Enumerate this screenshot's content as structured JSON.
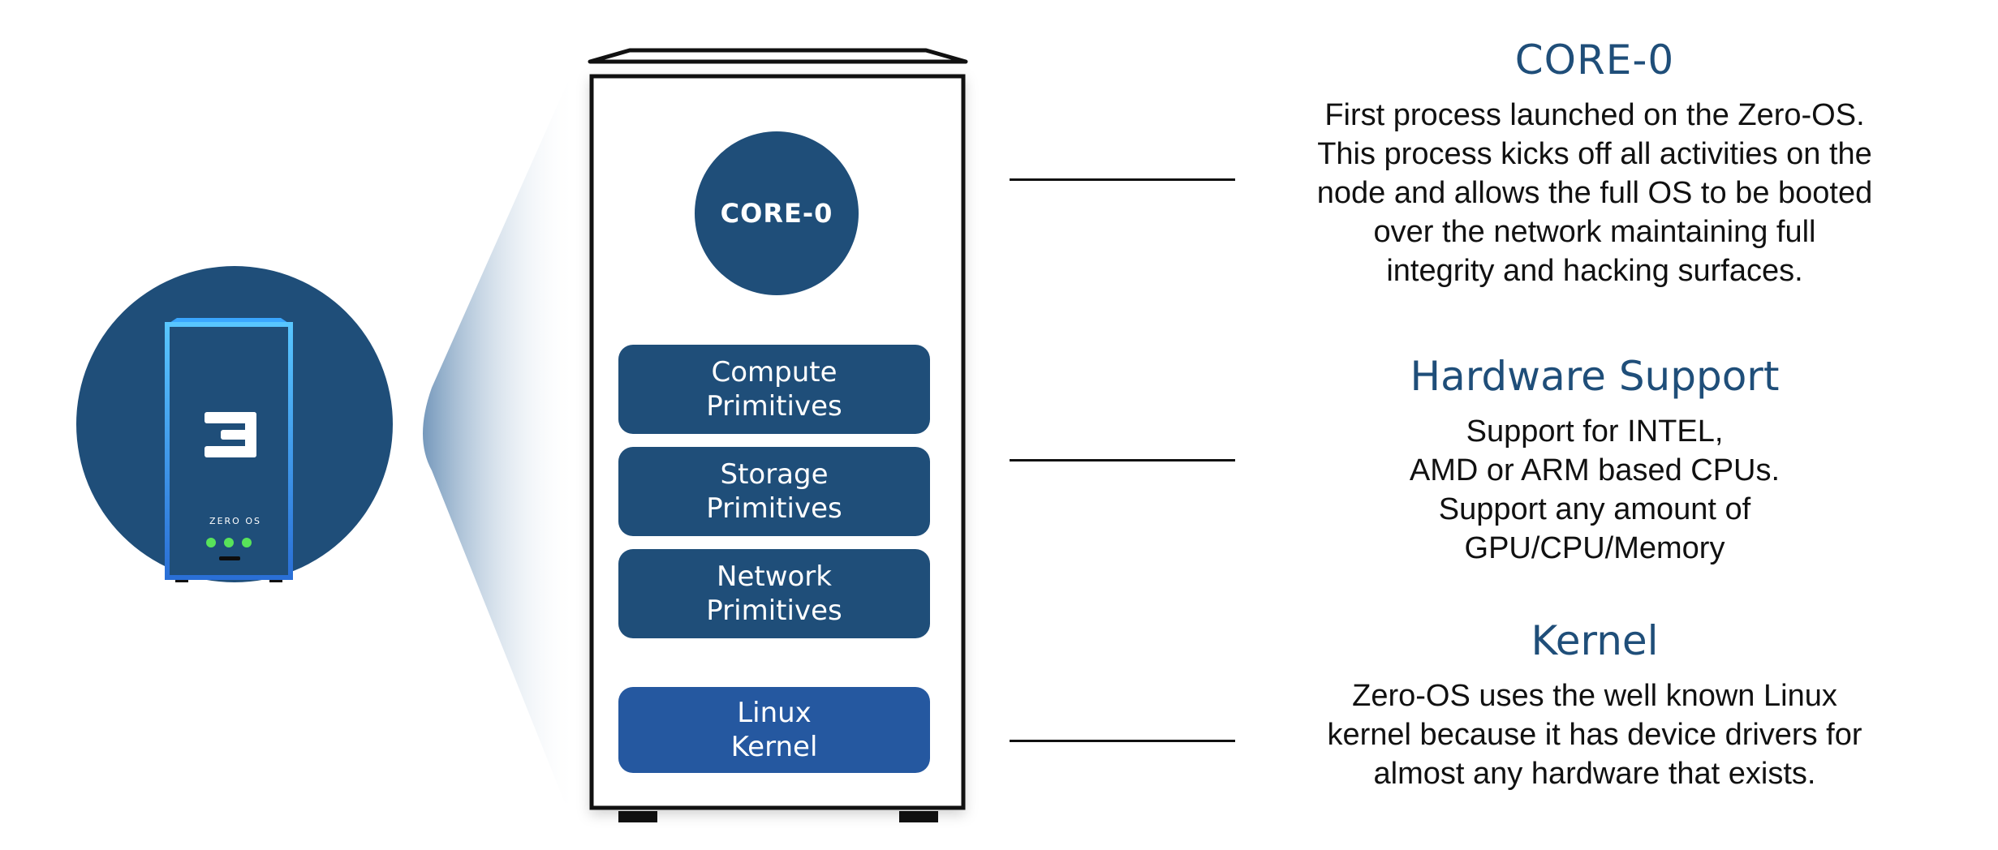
{
  "device": {
    "brand_label": "ZERO OS"
  },
  "tower": {
    "core_label": "CORE-0",
    "primitives": [
      {
        "line1": "Compute",
        "line2": "Primitives"
      },
      {
        "line1": "Storage",
        "line2": "Primitives"
      },
      {
        "line1": "Network",
        "line2": "Primitives"
      }
    ],
    "kernel": {
      "line1": "Linux",
      "line2": "Kernel"
    }
  },
  "descriptions": [
    {
      "title": "CORE-0",
      "lines": [
        "First process launched on the Zero-OS.",
        "This process kicks off all activities on the",
        "node and allows the full OS to be booted",
        "over the network maintaining full",
        "integrity and hacking surfaces."
      ]
    },
    {
      "title": "Hardware Support",
      "lines": [
        "Support for INTEL,",
        "AMD or ARM based CPUs.",
        "Support any amount of",
        "GPU/CPU/Memory"
      ]
    },
    {
      "title": "Kernel",
      "lines": [
        "Zero-OS uses the well known Linux",
        "kernel because it has device drivers for",
        "almost any hardware that exists."
      ]
    }
  ],
  "colors": {
    "brand_dark": "#1f4e79",
    "kernel_blue": "#2558a0",
    "led_green": "#58e35a"
  }
}
